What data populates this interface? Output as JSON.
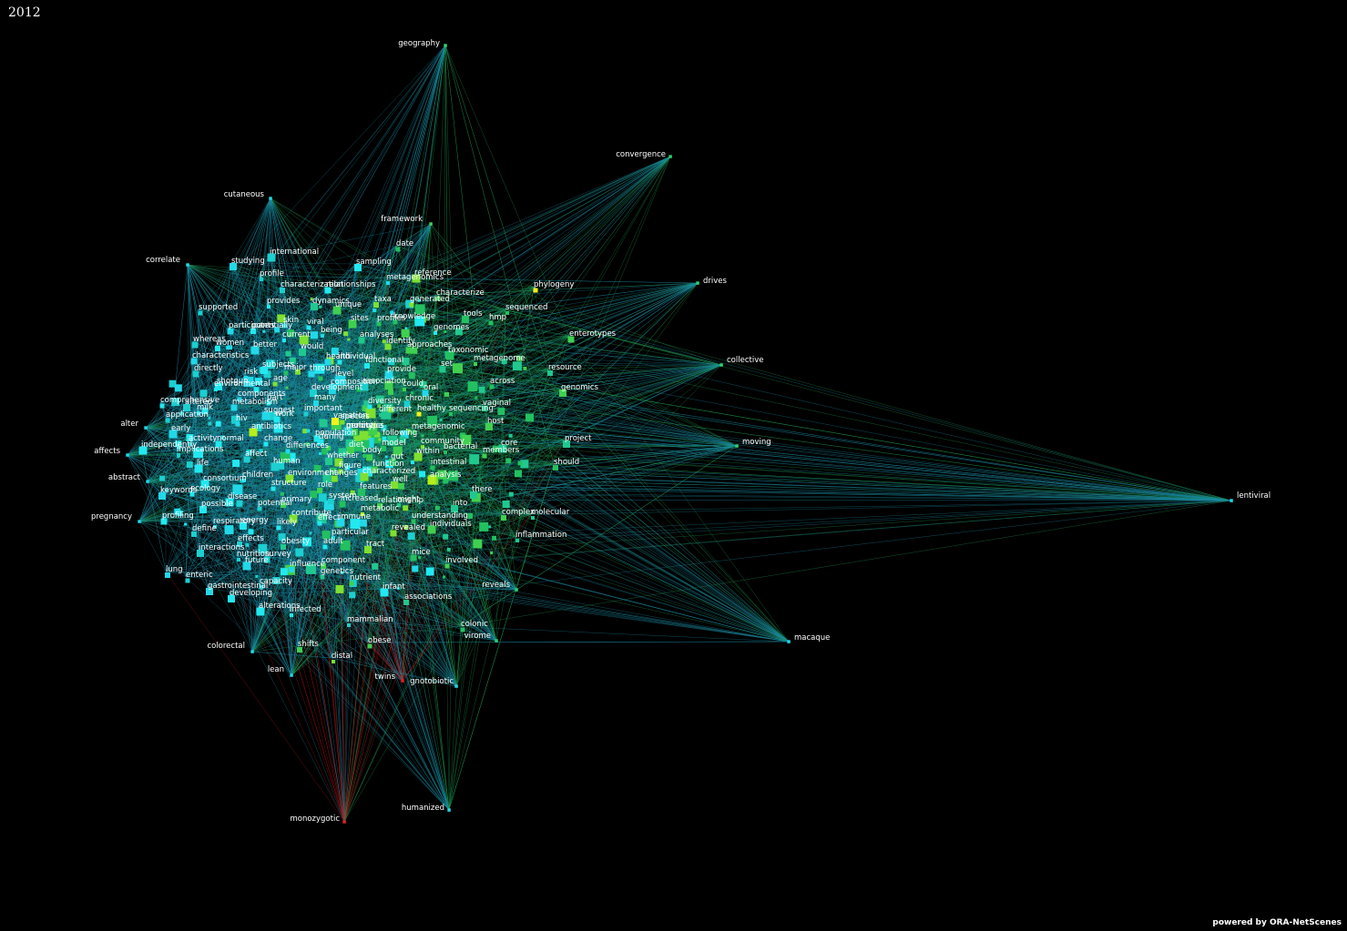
{
  "title": "2012",
  "footer": "powered by ORA-NetScenes",
  "colors": {
    "background": "#000000",
    "cyan": "#22e8f0",
    "teal": "#1ab6a0",
    "green": "#1fc95a",
    "yellow_green": "#b6ee1a",
    "yellow": "#f2f21a",
    "red": "#e01818"
  },
  "outer_nodes": [
    {
      "label": "geography",
      "color": "#30d070"
    },
    {
      "label": "convergence",
      "color": "#30d070"
    },
    {
      "label": "cutaneous",
      "color": "#22d8e8"
    },
    {
      "label": "framework",
      "color": "#40d060"
    },
    {
      "label": "drives",
      "color": "#30d070"
    },
    {
      "label": "correlate",
      "color": "#22d8e8"
    },
    {
      "label": "collective",
      "color": "#30d070"
    },
    {
      "label": "moving",
      "color": "#30d070"
    },
    {
      "label": "lentiviral",
      "color": "#22d8e8"
    },
    {
      "label": "macaque",
      "color": "#22d8e8"
    },
    {
      "label": "monozygotic",
      "color": "#e02020"
    },
    {
      "label": "humanized",
      "color": "#22d8e8"
    },
    {
      "label": "twins",
      "color": "#e02020"
    },
    {
      "label": "gnotobiotic",
      "color": "#22d8e8"
    },
    {
      "label": "lean",
      "color": "#22d8e8"
    },
    {
      "label": "colorectal",
      "color": "#22d8e8"
    },
    {
      "label": "pregnancy",
      "color": "#22d8e8"
    },
    {
      "label": "affects",
      "color": "#22d8e8"
    },
    {
      "label": "virome",
      "color": "#30d070"
    },
    {
      "label": "reveals",
      "color": "#30d070"
    },
    {
      "label": "alter",
      "color": "#22d8e8"
    },
    {
      "label": "abstract",
      "color": "#22d8e8"
    }
  ],
  "core_labels": [
    "international",
    "studying",
    "sampling",
    "date",
    "reference",
    "metagenomics",
    "profile",
    "characterization",
    "relationships",
    "dynamics",
    "taxa",
    "generated",
    "characterize",
    "phylogeny",
    "supported",
    "provides",
    "unique",
    "sequenced",
    "hmp",
    "tools",
    "sites",
    "profiles",
    "knowledge",
    "genomes",
    "skin",
    "viral",
    "participants",
    "potentially",
    "women",
    "better",
    "current",
    "would",
    "being",
    "analyses",
    "identify",
    "approaches",
    "taxonomic",
    "metagenome",
    "enterotypes",
    "whereas",
    "characteristics",
    "individual",
    "health",
    "functional",
    "provide",
    "resource",
    "directly",
    "subjects",
    "major",
    "through",
    "risk",
    "level",
    "set",
    "across",
    "genomics",
    "shotgun",
    "age",
    "environmental",
    "components",
    "metabolism",
    "part",
    "development",
    "many",
    "composition",
    "could",
    "association",
    "chronic",
    "oral",
    "vaginal",
    "comprehensive",
    "altered",
    "milk",
    "suggest",
    "work",
    "important",
    "variation",
    "species",
    "diversity",
    "different",
    "healthy",
    "sequencing",
    "metagenomic",
    "host",
    "application",
    "hiv",
    "early",
    "antibiotics",
    "normal",
    "activity",
    "change",
    "differences",
    "during",
    "population",
    "diet",
    "model",
    "community",
    "following",
    "bacterial",
    "members",
    "core",
    "project",
    "independently",
    "implications",
    "affect",
    "whether",
    "body",
    "within",
    "gut",
    "human",
    "life",
    "children",
    "environment",
    "changes",
    "figure",
    "function",
    "intestinal",
    "should",
    "consortium",
    "characterized",
    "analysis",
    "structure",
    "role",
    "well",
    "into",
    "there",
    "ecology",
    "features",
    "primary",
    "disease",
    "system",
    "increased",
    "possible",
    "potential",
    "relationship",
    "might",
    "metabolic",
    "complex",
    "molecular",
    "profiling",
    "define",
    "respiratory",
    "energy",
    "contribute",
    "effect",
    "immune",
    "understanding",
    "individuals",
    "likely",
    "revealed",
    "effects",
    "particular",
    "inflammation",
    "interactions",
    "survey",
    "nutrition",
    "obesity",
    "adult",
    "tract",
    "mice",
    "future",
    "component",
    "influence",
    "involved",
    "lung",
    "genetics",
    "enteric",
    "gastrointestinal",
    "capacity",
    "nutrient",
    "infant",
    "developing",
    "associations",
    "alterations",
    "infected",
    "mammalian",
    "colonic",
    "obese",
    "shifts",
    "distal",
    "keywords",
    "genotype",
    "murine",
    "probiotics"
  ]
}
